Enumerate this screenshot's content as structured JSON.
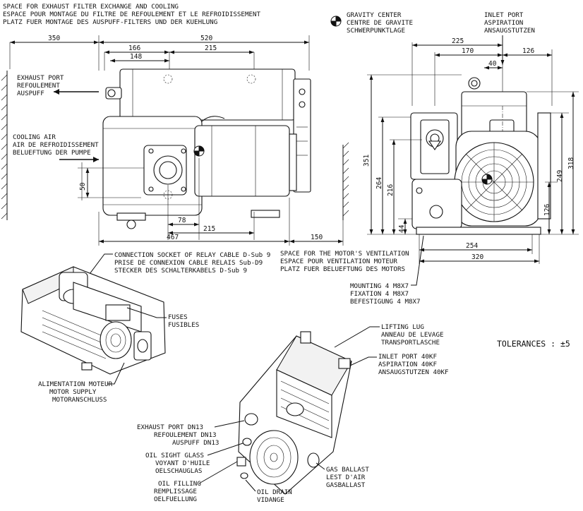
{
  "notes": {
    "exhaust_filter_space": [
      "SPACE FOR EXHAUST FILTER EXCHANGE AND COOLING",
      "ESPACE POUR MONTAGE DU FILTRE DE REFOULEMENT ET LE REFROIDISSEMENT",
      "PLATZ FUER MONTAGE DES AUSPUFF-FILTERS UND DER KUEHLUNG"
    ],
    "gravity_center": [
      "GRAVITY CENTER",
      "CENTRE DE GRAVITE",
      "SCHWERPUNKTLAGE"
    ],
    "inlet_port_top": [
      "INLET PORT",
      "ASPIRATION",
      "ANSAUGSTUTZEN"
    ],
    "exhaust_port_left": [
      "EXHAUST PORT",
      "REFOULEMENT",
      "AUSPUFF"
    ],
    "cooling_air": [
      "COOLING AIR",
      "AIR DE REFROIDISSEMENT",
      "BELUEFTUNG DER PUMPE"
    ],
    "connection_socket": [
      "CONNECTION SOCKET OF RELAY CABLE D-Sub 9",
      "PRISE DE CONNEXION CABLE RELAIS Sub-D9",
      "STECKER DES SCHALTERKABELS D-Sub 9"
    ],
    "motor_ventilation": [
      "SPACE FOR THE MOTOR'S VENTILATION",
      "ESPACE POUR VENTILATION MOTEUR",
      "PLATZ FUER BELUEFTUNG DES MOTORS"
    ],
    "mounting": [
      "MOUNTING 4 M8X7",
      "FIXATION 4 M8X7",
      "BEFESTIGUNG 4 M8X7"
    ],
    "fuses": [
      "FUSES",
      "FUSIBLES"
    ],
    "motor_supply": [
      "ALIMENTATION MOTEUR",
      "MOTOR SUPPLY",
      "MOTORANSCHLUSS"
    ],
    "lifting_lug": [
      "LIFTING LUG",
      "ANNEAU DE LEVAGE",
      "TRANSPORTLASCHE"
    ],
    "inlet_port_40kf": [
      "INLET PORT 40KF",
      "ASPIRATION 40KF",
      "ANSAUGSTUTZEN 40KF"
    ],
    "exhaust_port_dn13": [
      "EXHAUST PORT DN13",
      "REFOULEMENT DN13",
      "AUSPUFF DN13"
    ],
    "oil_sight_glass": [
      "OIL SIGHT GLASS",
      "VOYANT D'HUILE",
      "OELSCHAUGLAS"
    ],
    "oil_filling": [
      "OIL FILLING",
      "REMPLISSAGE",
      "OELFUELLUNG"
    ],
    "oil_drain": [
      "OIL DRAIN",
      "VIDANGE"
    ],
    "gas_ballast": [
      "GAS BALLAST",
      "LEST D'AIR",
      "GASBALLAST"
    ],
    "tolerances": "TOLERANCES : ±5"
  },
  "dimensions": {
    "d350": "350",
    "d520": "520",
    "d166": "166",
    "d215a": "215",
    "d148": "148",
    "d50": "50",
    "d78": "78",
    "d215b": "215",
    "d467": "467",
    "d150": "150",
    "d225": "225",
    "d170": "170",
    "d126a": "126",
    "d40": "40",
    "d351": "351",
    "d264": "264",
    "d216": "216",
    "d44": "44",
    "d318": "318",
    "d249": "249",
    "d126b": "126",
    "d254": "254",
    "d320": "320"
  },
  "icons": [
    "gravity-center-symbol",
    "wall-hatch",
    "flow-arrow"
  ]
}
